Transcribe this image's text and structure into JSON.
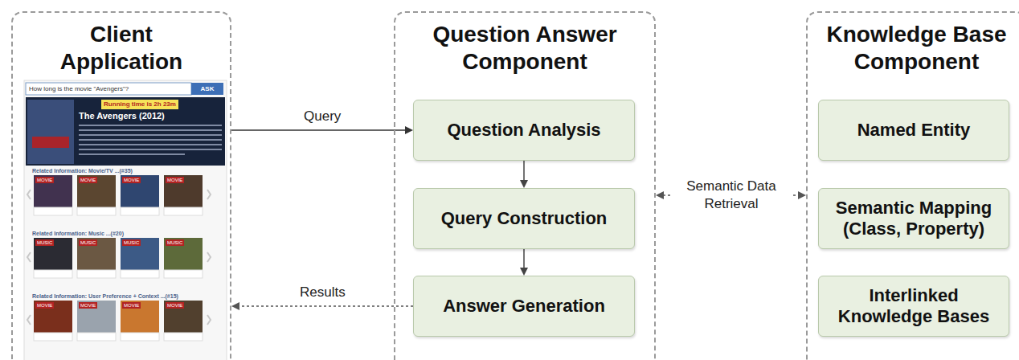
{
  "diagram": {
    "nodes": [
      {
        "text": [
          "Client Application"
        ]
      },
      {
        "text": [
          "Question Answer Component"
        ]
      },
      {
        "text": [
          "Question Analysis"
        ],
        "in": 1
      },
      {
        "text": [
          "Query Construction"
        ],
        "in": 1
      },
      {
        "text": [
          "Answer Generation"
        ],
        "in": 1
      },
      {
        "text": [
          "Knowledge Base Component"
        ]
      },
      {
        "text": [
          "Named Entity"
        ],
        "in": 5
      },
      {
        "text": [
          "Semantic Mapping (Class, Property)"
        ],
        "in": 5
      },
      {
        "text": [
          "Interlinked Knowledge Bases"
        ],
        "in": 5
      }
    ],
    "edges": [
      {
        "from": 0,
        "to": 2,
        "label": "Query",
        "arrow": "to"
      },
      {
        "from": 2,
        "to": 3,
        "arrow": "to"
      },
      {
        "from": 3,
        "to": 4,
        "arrow": "to"
      },
      {
        "from": 4,
        "to": 0,
        "label": "Results",
        "arrow": "to"
      },
      {
        "from": 1,
        "to": 5,
        "label": "Semantic Data Retrieval",
        "arrow": "both"
      }
    ],
    "labels": [
      "How long is the movie \"Avengers\"?",
      "ASK",
      "Running time is 2h 23m",
      "The Avengers (2012)",
      "Related Information: Movie/TV ...(#35)",
      "MOVIE",
      "MOVIE",
      "MOVIE",
      "MOVIE",
      "Related Information: Music ...(#20)",
      "MUSIC",
      "MUSIC",
      "MUSIC",
      "MUSIC",
      "Related Information: User Preference + Context ...(#15)",
      "MOVIE",
      "MOVIE",
      "MOVIE",
      "MOVIE"
    ]
  }
}
